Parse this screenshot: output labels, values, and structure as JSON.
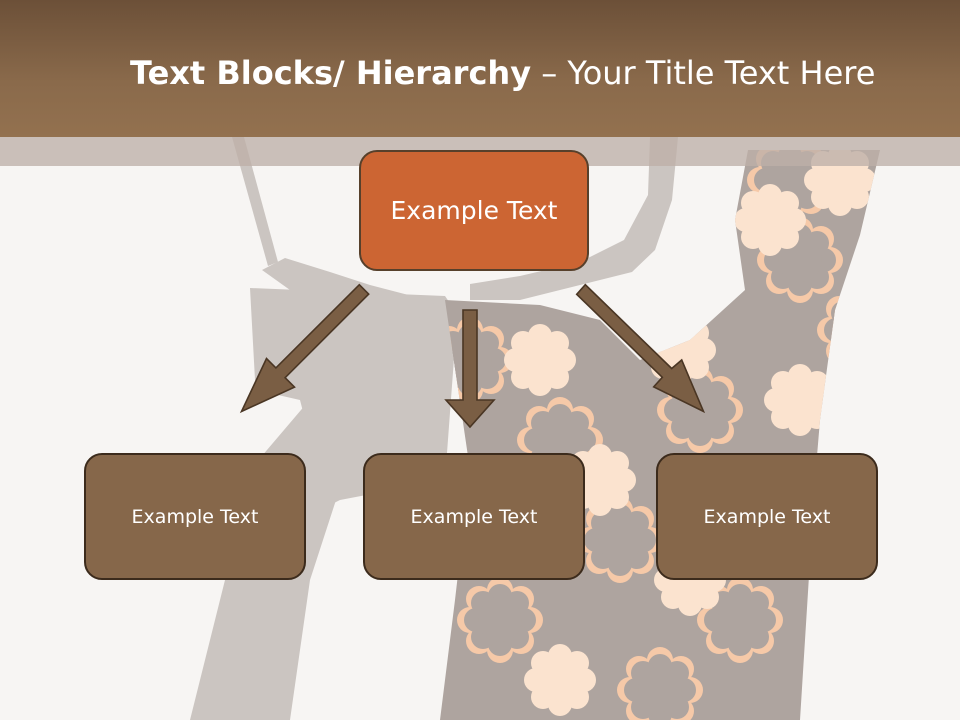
{
  "title": {
    "bold": "Text Blocks/ Hierarchy",
    "normal": " – Your Title Text Here"
  },
  "hierarchy": {
    "top": "Example Text",
    "children": [
      "Example Text",
      "Example Text",
      "Example Text"
    ]
  },
  "colors": {
    "title_bar": "#8a6a4b",
    "top_box": "#cc6533",
    "child_box": "#86674a",
    "arrow": "#7a5e44",
    "background": "#f7f5f3"
  }
}
